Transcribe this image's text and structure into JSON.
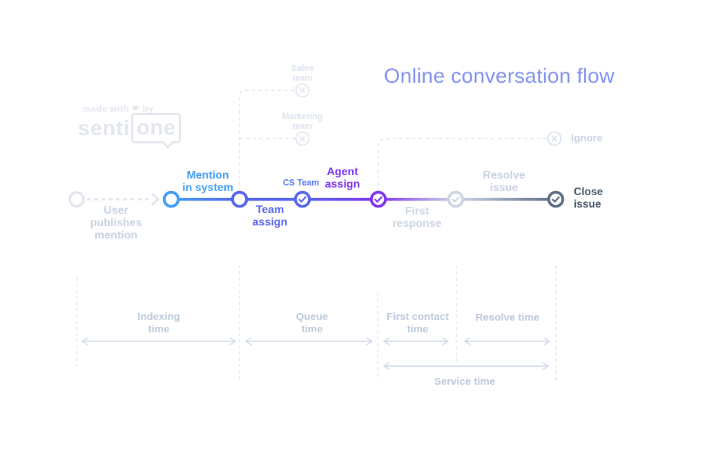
{
  "title": "Online conversation flow",
  "logo": {
    "tagline": "made with ❤ by",
    "brand_first": "senti",
    "brand_second": "one"
  },
  "flow": {
    "start": {
      "label": "User\npublishes\nmention"
    },
    "steps": [
      {
        "id": "mention-in-system",
        "label": "Mention\nin system"
      },
      {
        "id": "team-assign",
        "label": "Team\nassign"
      },
      {
        "id": "cs-team",
        "label": "CS Team"
      },
      {
        "id": "agent-assign",
        "label": "Agent\nassign"
      },
      {
        "id": "first-response",
        "label": "First\nresponse"
      },
      {
        "id": "resolve-issue",
        "label": "Resolve\nissue"
      },
      {
        "id": "close-issue",
        "label": "Close\nissue"
      }
    ],
    "branches": [
      {
        "id": "sales-team",
        "label": "Sales\nteam"
      },
      {
        "id": "marketing-team",
        "label": "Marketing\nteam"
      },
      {
        "id": "ignore",
        "label": "Ignore"
      }
    ]
  },
  "time_spans": [
    {
      "id": "indexing-time",
      "label": "Indexing\ntime"
    },
    {
      "id": "queue-time",
      "label": "Queue\ntime"
    },
    {
      "id": "first-contact-time",
      "label": "First contact\ntime"
    },
    {
      "id": "resolve-time",
      "label": "Resolve time"
    },
    {
      "id": "service-time",
      "label": "Service time"
    }
  ],
  "theme": {
    "title-color": "#7e90f2",
    "blue": "#429ef5",
    "indigo": "#5564ee",
    "cs-blue": "#577af2",
    "purple": "#7c33f0",
    "light-node": "#ccd5e4",
    "dark-node": "#5d6c81",
    "muted-label": "#c7d1e1",
    "faint-label": "#dde3ee",
    "time-label": "#bdc9dc",
    "close-label": "#45566b",
    "dash": "#e0e5f0",
    "arrow": "#ccd6e7",
    "logo": "#e2e6ed"
  }
}
